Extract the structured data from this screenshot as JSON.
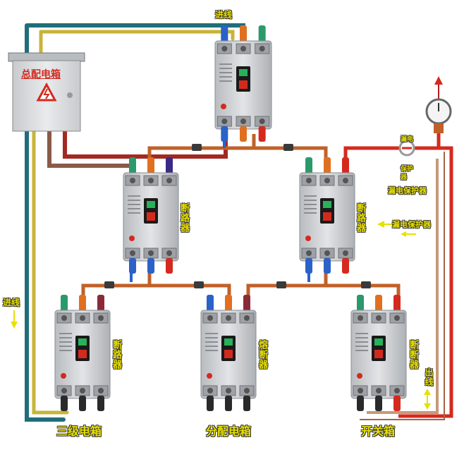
{
  "main_box": {
    "title": "总配电箱"
  },
  "labels": {
    "top_in": "进线",
    "left_in": "进线",
    "right_out": "出线",
    "leakage_top_1": "漏电",
    "leakage_top_2": "保护",
    "leakage_top_3": "器",
    "leakage_a": "漏电保护器",
    "leakage_b": "漏电保护器",
    "breaker_mid_left": "断路器",
    "breaker_mid_right": "断路器",
    "breaker_bot_left": "断路器",
    "fuse_bot_mid": "熔断器",
    "switch_bot_right": "断断器",
    "box_left": "三级电箱",
    "box_mid": "分配电箱",
    "box_right": "开关箱"
  },
  "colors": {
    "live_red": "#d42a1e",
    "neutral_blue": "#2a62c8",
    "earth_green": "#2a9a6a",
    "copper": "#c0612a",
    "label_yellow": "#e8e000",
    "box_gray": "#d8dadc"
  }
}
